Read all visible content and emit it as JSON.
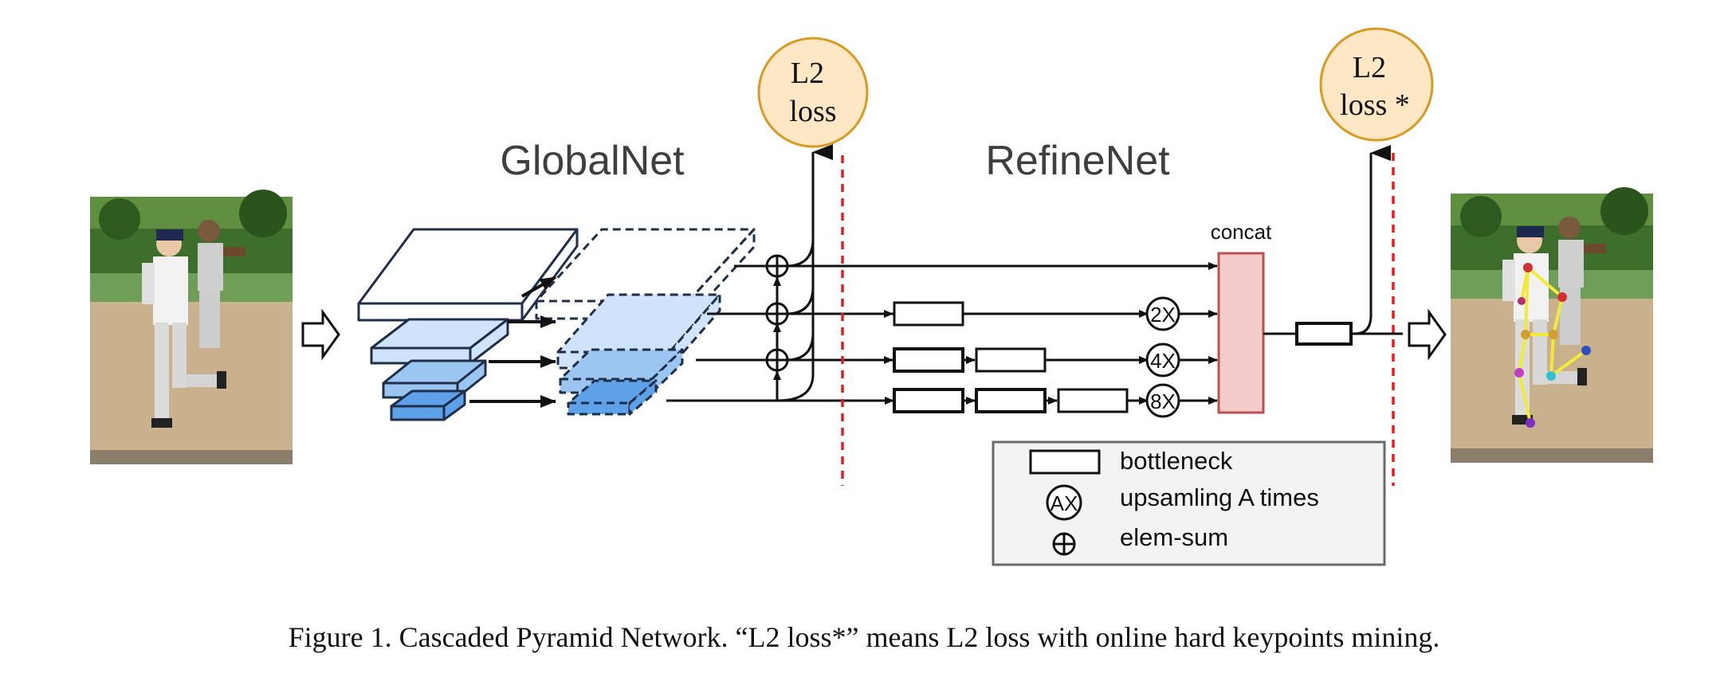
{
  "labels": {
    "globalnet": "GlobalNet",
    "refinenet": "RefineNet",
    "concat": "concat",
    "loss1_line1": "L2",
    "loss1_line2": "loss",
    "loss2_line1": "L2",
    "loss2_line2": "loss *",
    "up2": "2X",
    "up4": "4X",
    "up8": "8X"
  },
  "legend": {
    "bottleneck": "bottleneck",
    "upsample_symbol": "AX",
    "upsample": "upsamling A times",
    "elemsum": "elem-sum"
  },
  "caption": "Figure 1. Cascaded Pyramid Network. “L2 loss*” means L2 loss with online hard keypoints mining.",
  "colors": {
    "loss_fill": "#fde7c4",
    "loss_stroke": "#d99a22",
    "concat_fill": "#f5cccc",
    "concat_stroke": "#c05050",
    "separator": "#e02020",
    "pyramid_light": "#cfe3fb",
    "pyramid_mid": "#9cc6f2",
    "pyramid_dark": "#5ea1e8",
    "legend_bg": "#f3f3f3",
    "keypoint_line": "#f2ea38"
  },
  "icons": {
    "input_image": "baseball-player-photo",
    "output_image": "baseball-player-photo-with-keypoints",
    "elem_sum": "circled-plus-icon",
    "upsample": "circled-x-icon"
  }
}
